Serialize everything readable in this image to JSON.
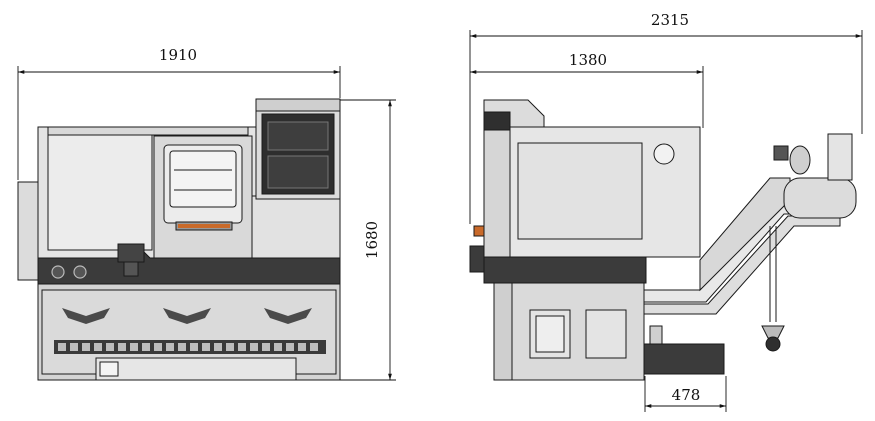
{
  "dimensions": {
    "front_width": "1910",
    "height": "1680",
    "side_total_width": "2315",
    "side_body_width": "1380",
    "stand_width": "478"
  },
  "colors": {
    "machine_light": "#e8e8e8",
    "machine_mid": "#cfcfcf",
    "machine_dark": "#3b3b3b",
    "window_dark": "#2e2e2e",
    "accent_orange": "#c96a2a"
  }
}
